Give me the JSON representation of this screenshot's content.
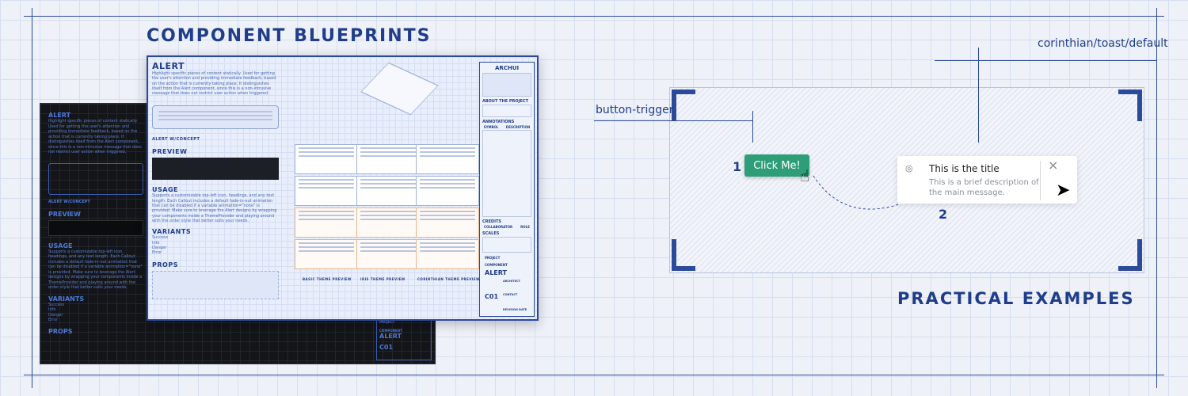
{
  "heading": "COMPONENT BLUEPRINTS",
  "subheading": "PRACTICAL EXAMPLES",
  "sheet": {
    "title": "ALERT",
    "description": "Highlight specific pieces of content statically. Used for getting the user's attention and providing immediate feedback, based on the action that is currently taking place. It distinguishes itself from the Alert component, since this is a non-intrusive message that does not restrict user action when triggered.",
    "concept_label": "ALERT W/CONCEPT",
    "preview": "PREVIEW",
    "usage": "USAGE",
    "usage_text": "Supports a customizable top-left icon, headings, and any text length. Each Callout includes a default fade-in-out animation that can be disabled if a variable animation=\"none\" is provided. Make sure to leverage the Alert designs by wrapping your components inside a ThemeProvider and playing around with the order style that better suits your needs.",
    "variants": "VARIANTS",
    "variant_items": [
      "Success",
      "Info",
      "Danger",
      "Error"
    ],
    "props": "PROPS",
    "theme_previews": [
      "BASIC THEME PREVIEW",
      "IRIS THEME PREVIEW",
      "CORINTHIAN THEME PREVIEW"
    ]
  },
  "side_panel": {
    "logo": "ARCHUI",
    "about": "ABOUT THE PROJECT",
    "annotations": "ANNOTATIONS",
    "symbol": "SYMBOL",
    "description": "DESCRIPTION",
    "credits": "CREDITS",
    "collaborator": "COLLABORATOR",
    "role": "ROLE",
    "scales": "SCALES",
    "project": "PROJECT",
    "component": "COMPONENT",
    "component_name": "ALERT",
    "code": "C01",
    "architect": "ARCHITECT",
    "contact": "CONTACT",
    "revision_date": "REVISION DATE"
  },
  "example": {
    "trigger_label": "button-trigger",
    "toast_label": "corinthian/toast/default",
    "button": "Click Me!",
    "step1": "1",
    "step2": "2",
    "toast_title": "This is the title",
    "toast_message": "This is a brief description of the main message."
  },
  "colors": {
    "brand": "#1f3d8a",
    "button": "#2e9e79",
    "dark_sheet": "#141518"
  }
}
